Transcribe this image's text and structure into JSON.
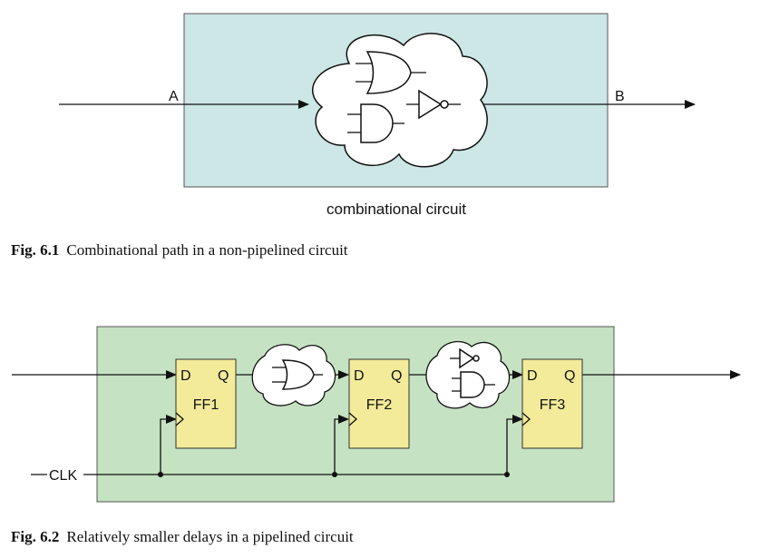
{
  "figure1": {
    "input_label": "A",
    "output_label": "B",
    "box_label": "combinational circuit",
    "box_color": "#cde6e6",
    "caption_number": "Fig. 6.1",
    "caption_text": "Combinational path in a non-pipelined circuit"
  },
  "figure2": {
    "clock_label": "CLK",
    "box_color": "#c5e2c2",
    "flipflop_color": "#f3eb9a",
    "flipflops": [
      {
        "name": "FF1",
        "d": "D",
        "q": "Q"
      },
      {
        "name": "FF2",
        "d": "D",
        "q": "Q"
      },
      {
        "name": "FF3",
        "d": "D",
        "q": "Q"
      }
    ],
    "caption_number": "Fig. 6.2",
    "caption_text": "Relatively smaller delays in a pipelined circuit"
  }
}
